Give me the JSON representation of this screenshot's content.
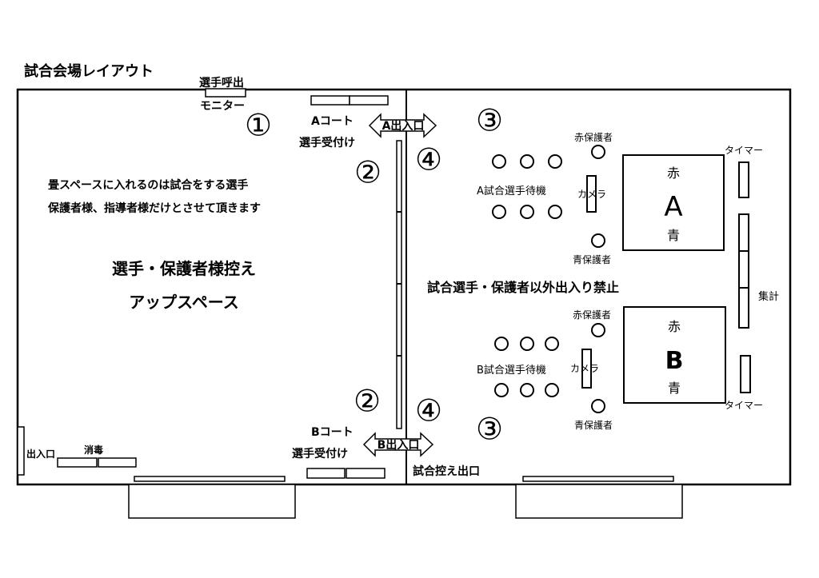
{
  "title": "試合会場レイアウト",
  "labels": {
    "monitor_line1": "選手呼出",
    "monitor_line2": "モニター",
    "court_a_reception_line1": "Aコート",
    "court_a_reception_line2": "選手受付け",
    "court_a_entrance": "A出入口",
    "court_b_reception_line1": "Bコート",
    "court_b_reception_line2": "選手受付け",
    "court_b_entrance": "B出入口",
    "tatami_note_line1": "畳スペースに入れるのは試合をする選手",
    "tatami_note_line2": "保護者様、指導者様だけとさせて頂きます",
    "warmup_line1": "選手・保護者様控え",
    "warmup_line2": "アップスペース",
    "no_entry": "試合選手・保護者以外出入り禁止",
    "entrance": "出入口",
    "disinfection": "消毒",
    "match_waiting_exit": "試合控え出口"
  },
  "numbers": {
    "n1": "①",
    "n2_top": "②",
    "n2_bottom": "②",
    "n3_top": "③",
    "n3_bottom": "③",
    "n4_top": "④",
    "n4_bottom": "④"
  },
  "court_a": {
    "waiting": "A試合選手待機",
    "camera": "カメラ",
    "red_guardian": "赤保護者",
    "blue_guardian": "青保護者",
    "red": "赤",
    "letter": "A",
    "blue": "青",
    "timer": "タイマー"
  },
  "court_b": {
    "waiting": "B試合選手待機",
    "camera": "カメラ",
    "red_guardian": "赤保護者",
    "blue_guardian": "青保護者",
    "red": "赤",
    "letter": "B",
    "blue": "青",
    "timer": "タイマー"
  },
  "scoring": "集計"
}
